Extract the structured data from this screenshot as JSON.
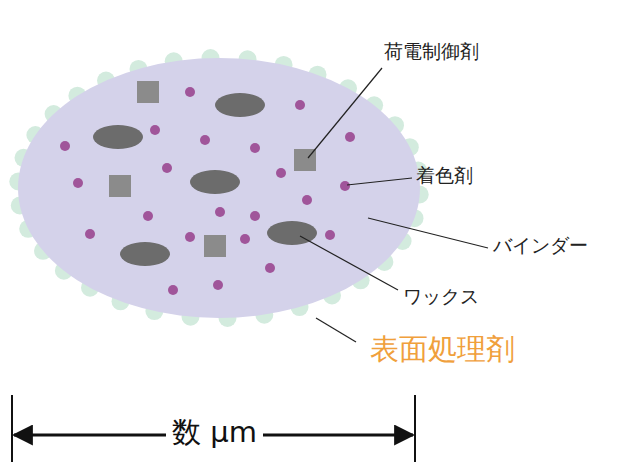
{
  "diagram": {
    "labels": [
      "荷電制御剤",
      "着色剤",
      "バインダー",
      "ワックス",
      "表面処理剤",
      "数 μm"
    ]
  }
}
